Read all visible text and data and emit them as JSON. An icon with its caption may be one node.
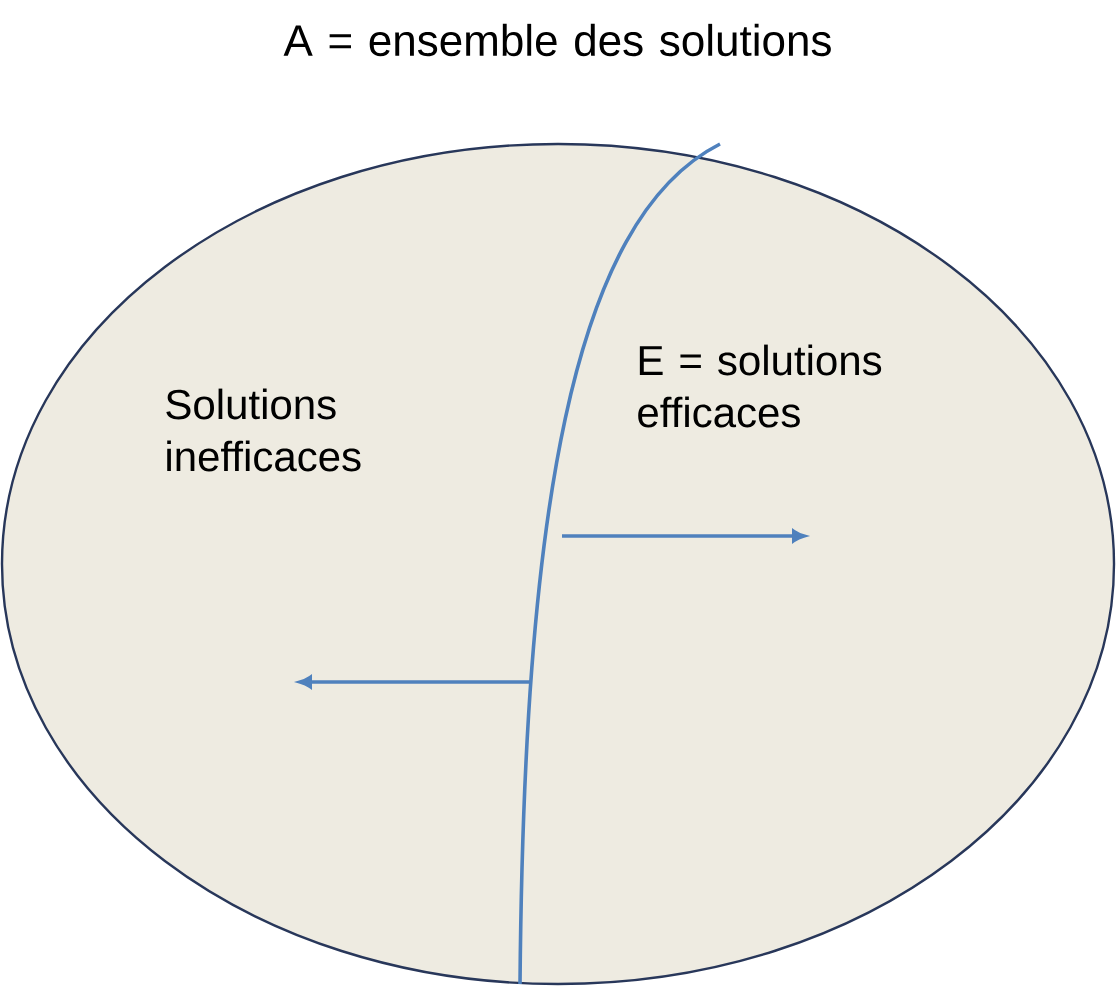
{
  "diagram": {
    "nodes": [
      {
        "text": [
          "A = ensemble des solutions",
          "Solutions inefficaces",
          "E = solutions efficaces"
        ]
      }
    ]
  }
}
